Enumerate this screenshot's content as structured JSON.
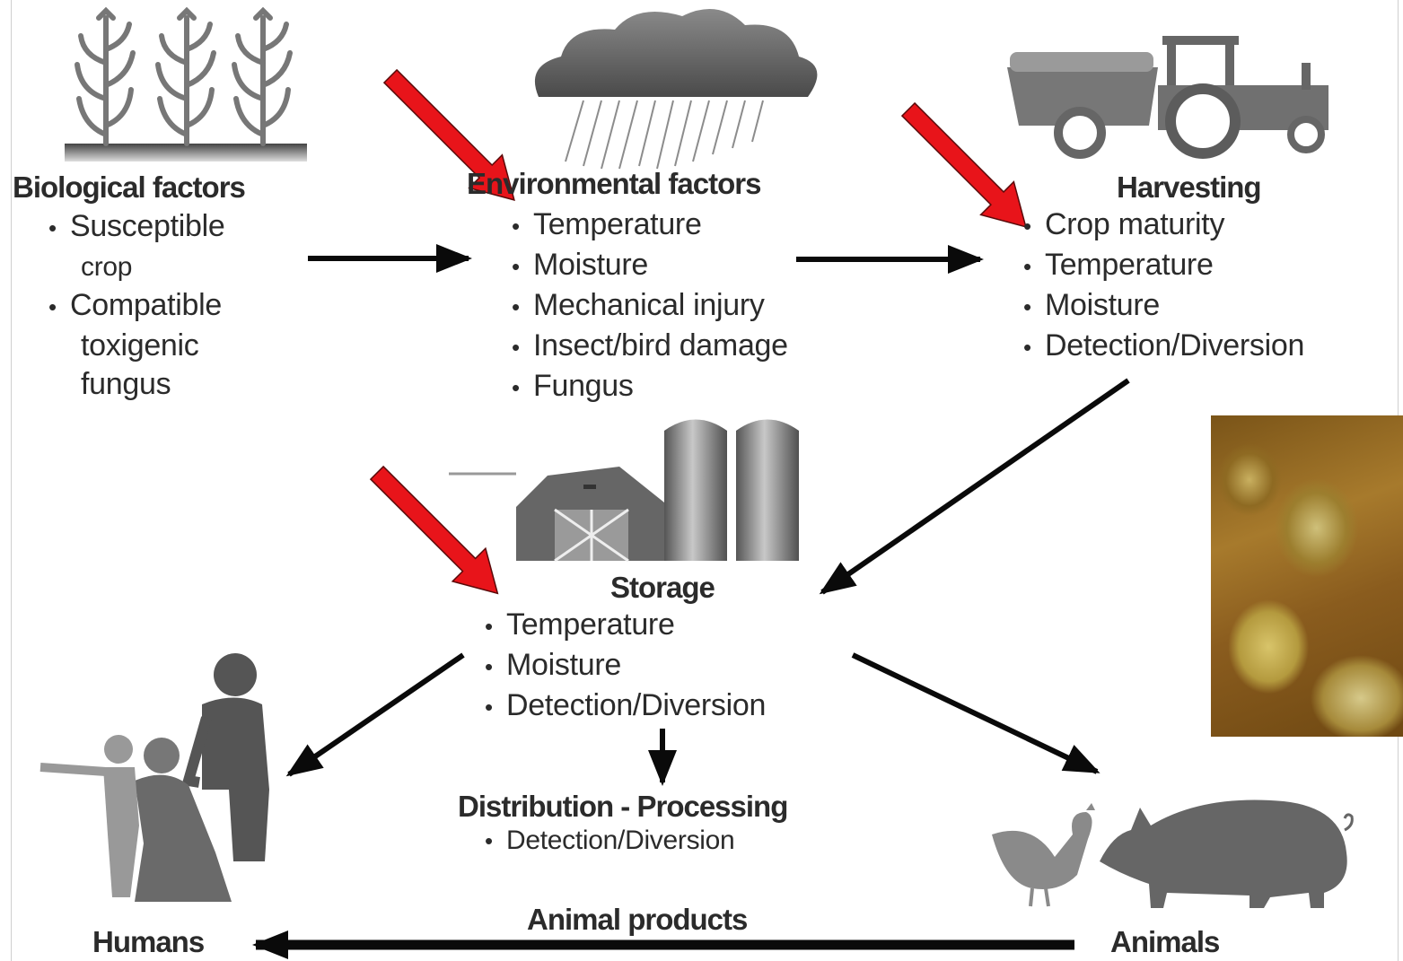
{
  "biological": {
    "heading": "Biological factors",
    "items": [
      "Susceptible",
      "crop",
      "Compatible",
      "toxigenic",
      "fungus"
    ]
  },
  "environmental": {
    "heading": "Environmental factors",
    "items": [
      "Temperature",
      "Moisture",
      "Mechanical injury",
      "Insect/bird damage",
      "Fungus"
    ]
  },
  "harvesting": {
    "heading": "Harvesting",
    "items": [
      "Crop maturity",
      "Temperature",
      "Moisture",
      "Detection/Diversion"
    ]
  },
  "storage": {
    "heading": "Storage",
    "items": [
      "Temperature",
      "Moisture",
      "Detection/Diversion"
    ]
  },
  "distribution": {
    "heading": "Distribution - Processing",
    "items": [
      "Detection/Diversion"
    ]
  },
  "humans": {
    "label": "Humans"
  },
  "animals": {
    "label": "Animals"
  },
  "animal_products": {
    "label": "Animal products"
  },
  "colors": {
    "highlight_arrow": "#e8141a",
    "flow_arrow": "#0a0a0a",
    "icon_gray": "#6e6e6e"
  },
  "icons": [
    "corn-plants-icon",
    "rain-cloud-icon",
    "tractor-icon",
    "barn-silo-icon",
    "family-silhouette-icon",
    "chicken-icon",
    "pig-icon",
    "moldy-grain-photo"
  ]
}
